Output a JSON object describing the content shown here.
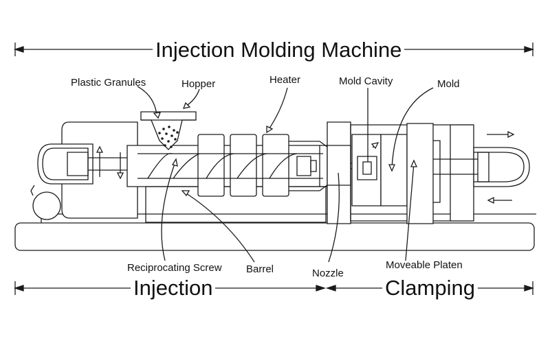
{
  "title": "Injection Molding Machine",
  "labels": {
    "plastic_granules": "Plastic Granules",
    "hopper": "Hopper",
    "heater": "Heater",
    "mold_cavity": "Mold Cavity",
    "mold": "Mold",
    "reciprocating_screw": "Reciprocating Screw",
    "barrel": "Barrel",
    "nozzle": "Nozzle",
    "moveable_platen": "Moveable Platen"
  },
  "sections": {
    "injection": "Injection",
    "clamping": "Clamping"
  },
  "colors": {
    "line": "#1a1a1a",
    "background": "#ffffff"
  }
}
